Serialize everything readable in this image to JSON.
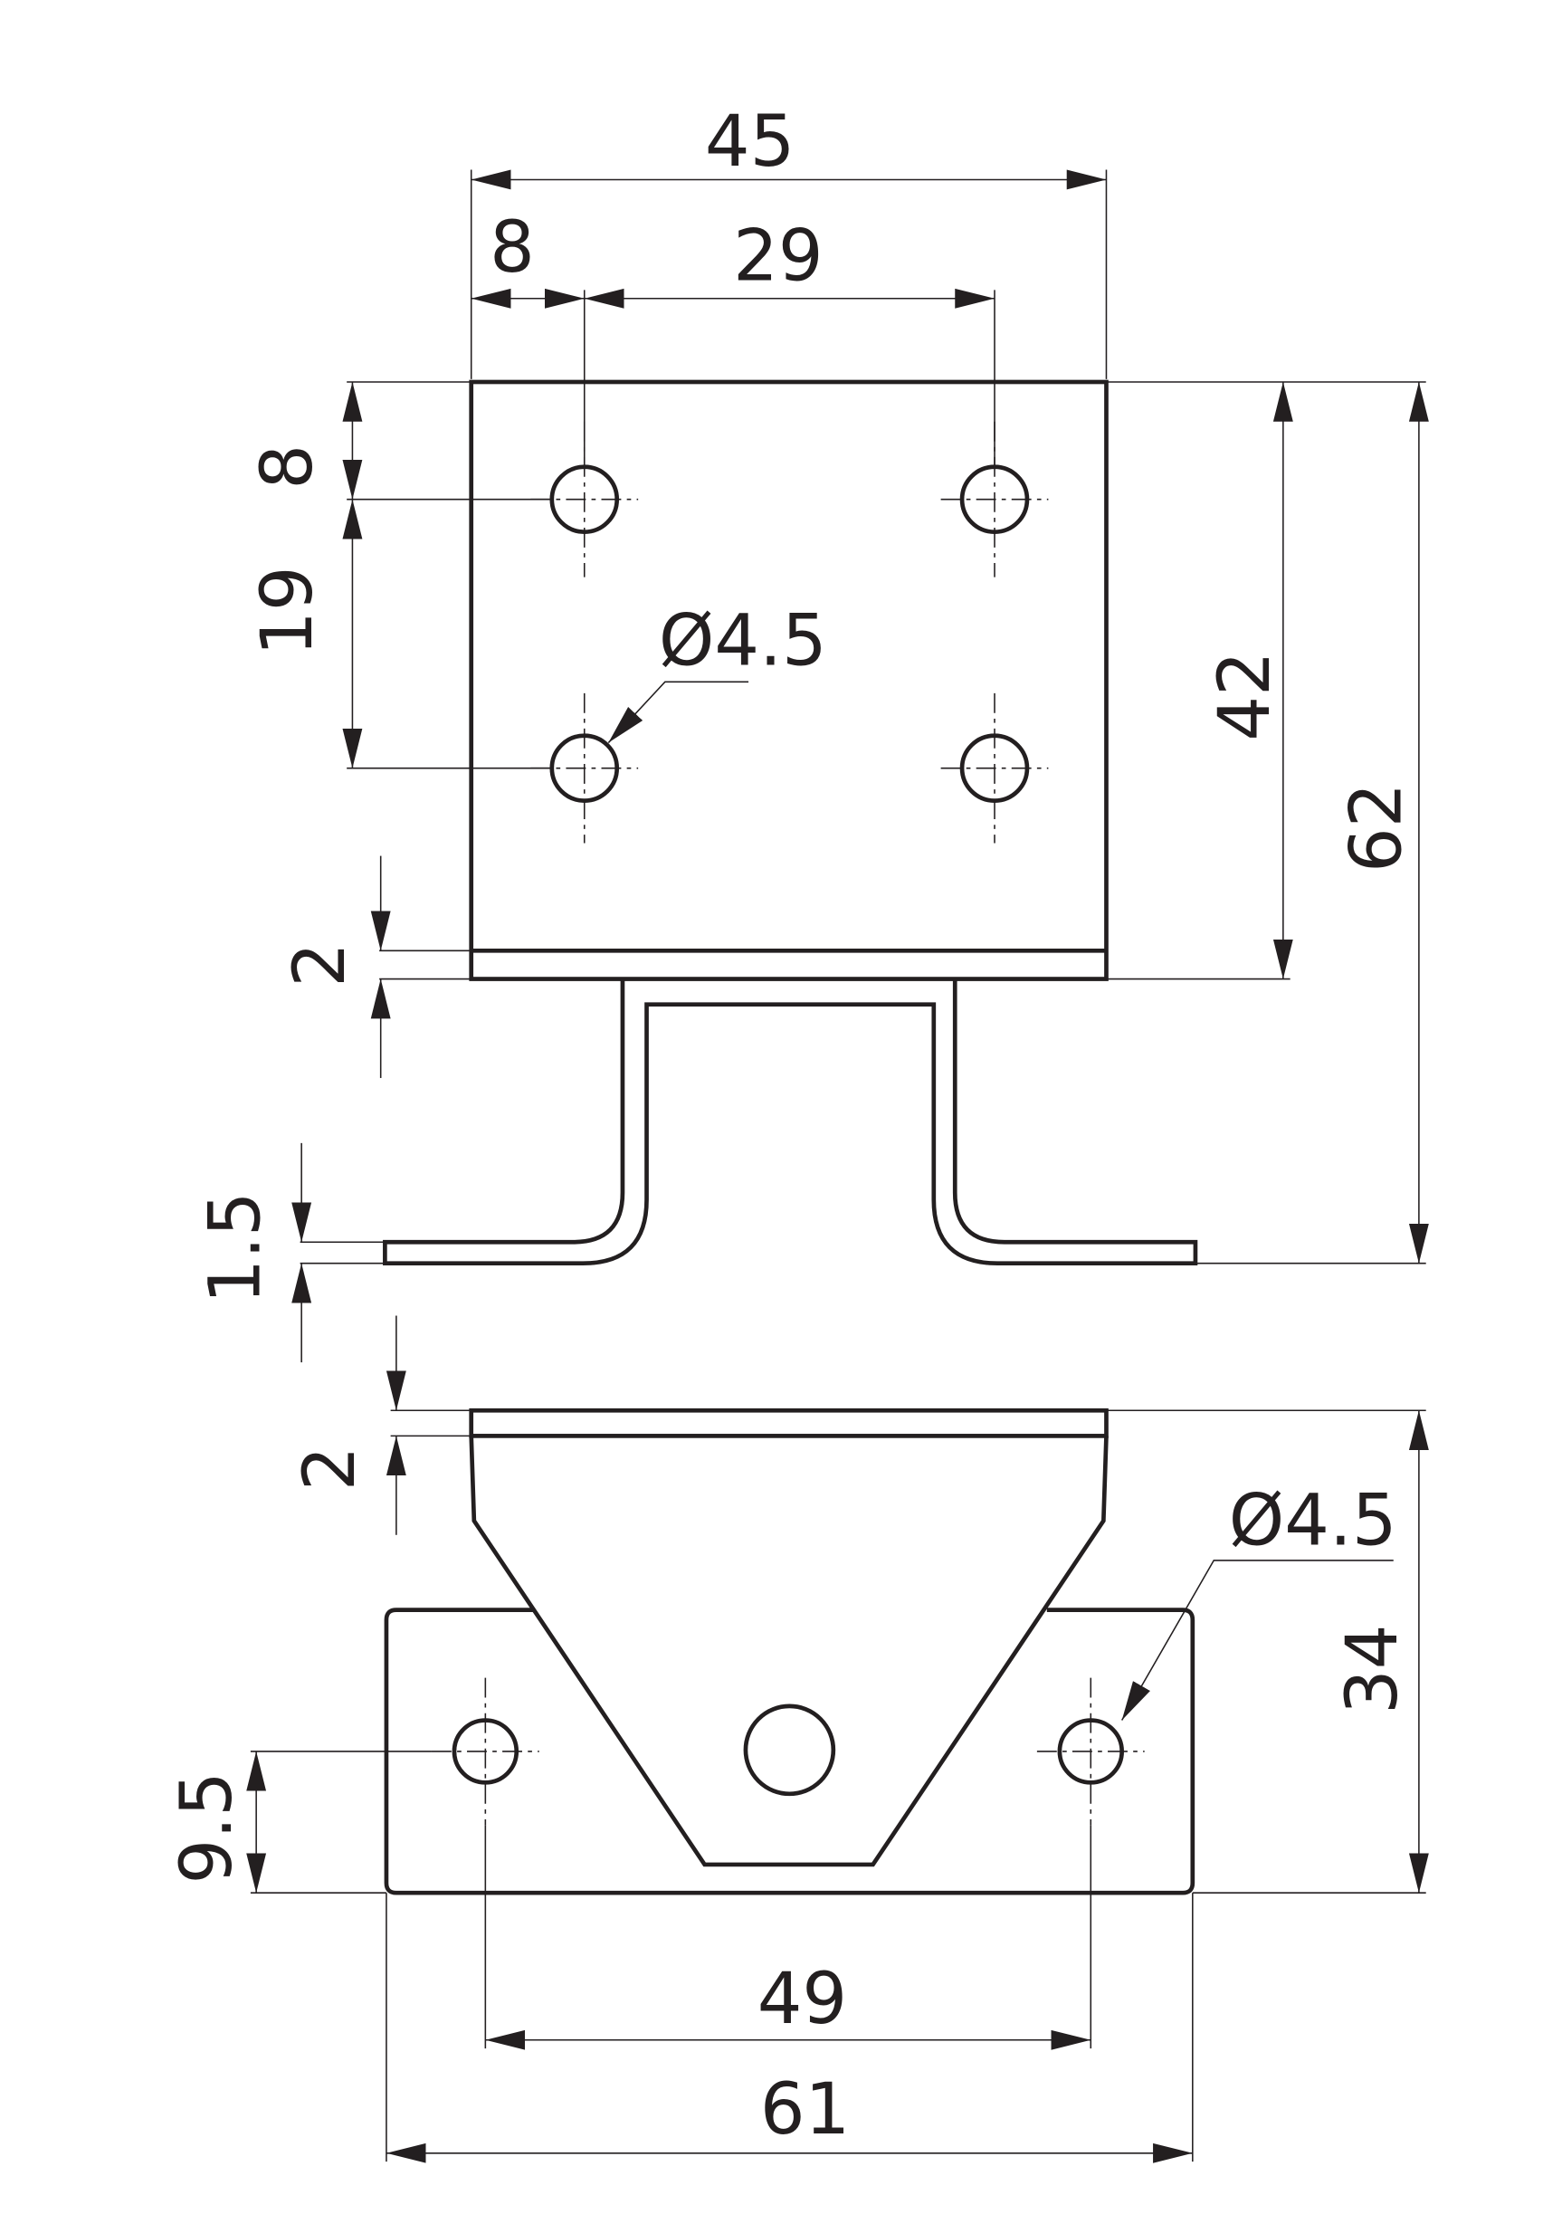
{
  "dimensions": {
    "top_width": "45",
    "hole_edge_offset_x": "8",
    "hole_spacing_x": "29",
    "hole_edge_offset_y": "8",
    "hole_spacing_y": "19",
    "top_hole_diameter": "Ø4.5",
    "plate_height": "42",
    "overall_height": "62",
    "plate_thickness_top": "2",
    "foot_thickness": "1.5",
    "plate_thickness_bottom": "2",
    "bottom_hole_diameter": "Ø4.5",
    "bottom_height": "34",
    "bottom_hole_offset": "9.5",
    "bottom_hole_spacing": "49",
    "bottom_width": "61"
  }
}
